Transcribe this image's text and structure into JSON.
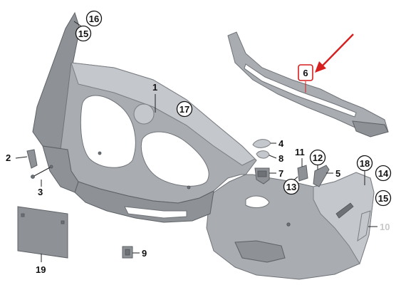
{
  "diagram": {
    "highlight_color": "#d61f1f",
    "highlight_frame_color": "#d61f1f",
    "muted_color": "#c8c8c8",
    "callouts": [
      {
        "id": "c1",
        "text": "1",
        "circled": false,
        "style": "plain"
      },
      {
        "id": "c2",
        "text": "2",
        "circled": false,
        "style": "plain"
      },
      {
        "id": "c3",
        "text": "3",
        "circled": false,
        "style": "plain"
      },
      {
        "id": "c4",
        "text": "4",
        "circled": false,
        "style": "plain"
      },
      {
        "id": "c5",
        "text": "5",
        "circled": false,
        "style": "plain"
      },
      {
        "id": "c6",
        "text": "6",
        "circled": false,
        "style": "highlighted"
      },
      {
        "id": "c7",
        "text": "7",
        "circled": false,
        "style": "plain"
      },
      {
        "id": "c8",
        "text": "8",
        "circled": false,
        "style": "plain"
      },
      {
        "id": "c9",
        "text": "9",
        "circled": false,
        "style": "plain"
      },
      {
        "id": "c10",
        "text": "10",
        "circled": false,
        "style": "muted"
      },
      {
        "id": "c11",
        "text": "11",
        "circled": false,
        "style": "plain"
      },
      {
        "id": "c12",
        "text": "12",
        "circled": true,
        "style": "plain"
      },
      {
        "id": "c13",
        "text": "13",
        "circled": true,
        "style": "plain"
      },
      {
        "id": "c14",
        "text": "14",
        "circled": true,
        "style": "plain"
      },
      {
        "id": "c15a",
        "text": "15",
        "circled": true,
        "style": "plain"
      },
      {
        "id": "c15b",
        "text": "15",
        "circled": true,
        "style": "plain"
      },
      {
        "id": "c16",
        "text": "16",
        "circled": true,
        "style": "plain"
      },
      {
        "id": "c17",
        "text": "17",
        "circled": true,
        "style": "plain"
      },
      {
        "id": "c18",
        "text": "18",
        "circled": true,
        "style": "plain"
      },
      {
        "id": "c19",
        "text": "19",
        "circled": false,
        "style": "plain"
      }
    ]
  }
}
